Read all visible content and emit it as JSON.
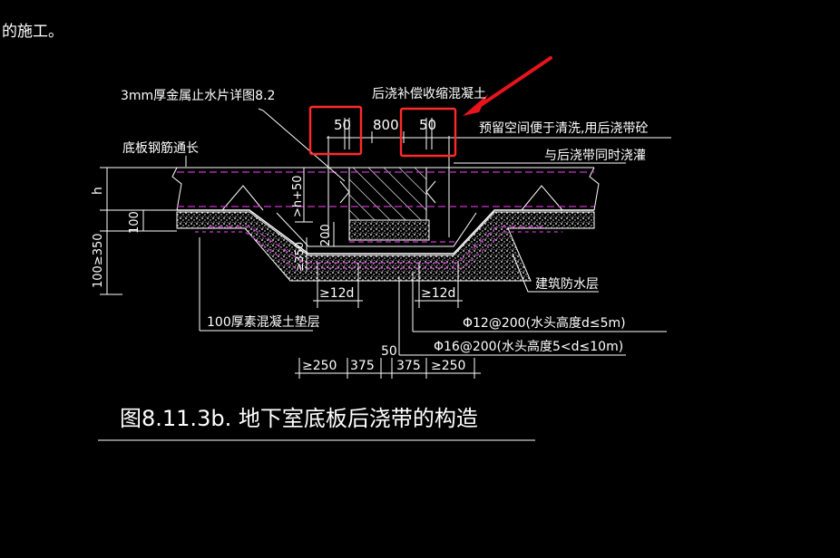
{
  "diagram": {
    "corner_text": "的施工。",
    "labels": {
      "waterstop": "3mm厚金属止水片详图8.2",
      "filler_concrete": "后浇补偿收缩混凝土",
      "rebar_through": "底板钢筋通长",
      "reserve_space": "预留空间便于清洗,用后浇带砼",
      "pour_together": "与后浇带同时浇灌",
      "waterproof": "建筑防水层",
      "cushion": "100厚素混凝土垫层",
      "rebar_d5": "Φ12@200(水头高度d≤5m)",
      "rebar_d10": "Φ16@200(水头高度5<d≤10m)"
    },
    "dims": {
      "top_left": "50",
      "top_mid": "800",
      "top_right": "50",
      "h": "h",
      "h_plus_50": ">h+50",
      "d100": "100",
      "d100_350": "100≥350",
      "d200": "200",
      "d350": "≥350",
      "lap_left": "≥12d",
      "lap_right": "≥12d",
      "bot_250_left": "≥250",
      "bot_375_left": "375",
      "bot_50": "50",
      "bot_375_right": "375",
      "bot_250_right": "≥250"
    },
    "caption": "图8.11.3b. 地下室底板后浇带的构造",
    "colors": {
      "background": "#000000",
      "lines": "#ffffff",
      "rebar": "#cc33cc",
      "highlight": "#ff2a2a",
      "arrow": "#e8141c"
    }
  }
}
